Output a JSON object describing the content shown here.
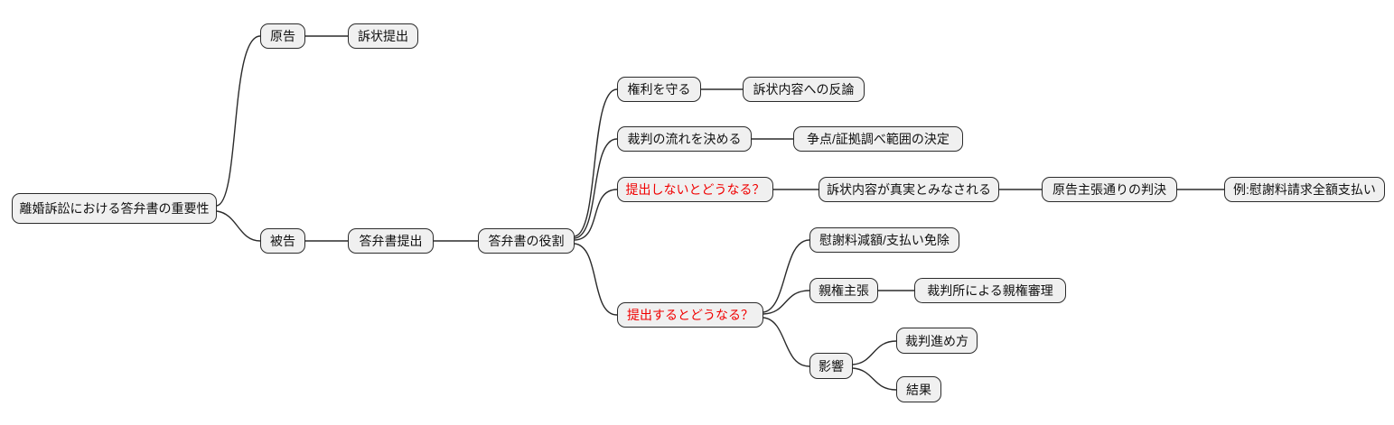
{
  "diagram_type": "mindmap",
  "colors": {
    "node_fill": "#f0f0f0",
    "node_border": "#2b2b2b",
    "line": "#2b2b2b",
    "text": "#111111",
    "warn": "#f00000",
    "bg": "#ffffff"
  },
  "mindmap": {
    "root_label": "離婚訴訟における答弁書の重要性",
    "nodes": [
      {
        "id": "root",
        "label": "離婚訴訟における答弁書の重要性",
        "emphasis": false,
        "parent": null
      },
      {
        "id": "plaintiff",
        "label": "原告",
        "emphasis": false,
        "parent": "root"
      },
      {
        "id": "complaint-filing",
        "label": "訴状提出",
        "emphasis": false,
        "parent": "plaintiff"
      },
      {
        "id": "defendant",
        "label": "被告",
        "emphasis": false,
        "parent": "root"
      },
      {
        "id": "answer-filing",
        "label": "答弁書提出",
        "emphasis": false,
        "parent": "defendant"
      },
      {
        "id": "answer-role",
        "label": "答弁書の役割",
        "emphasis": false,
        "parent": "answer-filing"
      },
      {
        "id": "protect-rights",
        "label": "権利を守る",
        "emphasis": false,
        "parent": "answer-role"
      },
      {
        "id": "rebuttal",
        "label": "訴状内容への反論",
        "emphasis": false,
        "parent": "protect-rights"
      },
      {
        "id": "trial-flow",
        "label": "裁判の流れを決める",
        "emphasis": false,
        "parent": "answer-role"
      },
      {
        "id": "issues-scope",
        "label": "争点/証拠調べ範囲の決定",
        "emphasis": false,
        "parent": "trial-flow"
      },
      {
        "id": "if-not-submitted",
        "label": "提出しないとどうなる？",
        "emphasis": true,
        "parent": "answer-role"
      },
      {
        "id": "deemed-true",
        "label": "訴状内容が真実とみなされる",
        "emphasis": false,
        "parent": "if-not-submitted"
      },
      {
        "id": "plaintiff-judgment",
        "label": "原告主張通りの判決",
        "emphasis": false,
        "parent": "deemed-true"
      },
      {
        "id": "example-payment",
        "label": "例:慰謝料請求全額支払い",
        "emphasis": false,
        "parent": "plaintiff-judgment"
      },
      {
        "id": "if-submitted",
        "label": "提出するとどうなる？",
        "emphasis": true,
        "parent": "answer-role"
      },
      {
        "id": "reduction-exempt",
        "label": "慰謝料減額/支払い免除",
        "emphasis": false,
        "parent": "if-submitted"
      },
      {
        "id": "custody-claim",
        "label": "親権主張",
        "emphasis": false,
        "parent": "if-submitted"
      },
      {
        "id": "custody-hearing",
        "label": "裁判所による親権審理",
        "emphasis": false,
        "parent": "custody-claim"
      },
      {
        "id": "impact",
        "label": "影響",
        "emphasis": false,
        "parent": "if-submitted"
      },
      {
        "id": "trial-process",
        "label": "裁判進め方",
        "emphasis": false,
        "parent": "impact"
      },
      {
        "id": "result",
        "label": "結果",
        "emphasis": false,
        "parent": "impact"
      }
    ]
  }
}
